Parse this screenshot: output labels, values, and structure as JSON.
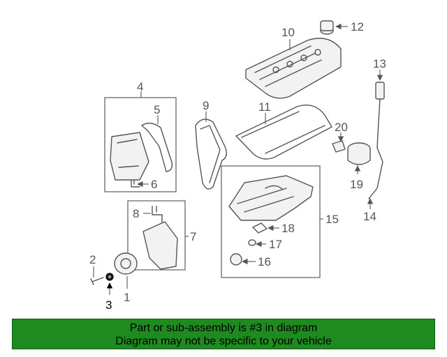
{
  "callouts": [
    "1",
    "2",
    "3",
    "4",
    "5",
    "6",
    "7",
    "8",
    "9",
    "10",
    "11",
    "12",
    "13",
    "14",
    "15",
    "16",
    "17",
    "18",
    "19",
    "20"
  ],
  "highlighted_part": "3",
  "banner": {
    "line1": "Part or sub-assembly is #3 in diagram",
    "line2": "Diagram may not be specific to your vehicle",
    "color": "#1f8a1f"
  }
}
